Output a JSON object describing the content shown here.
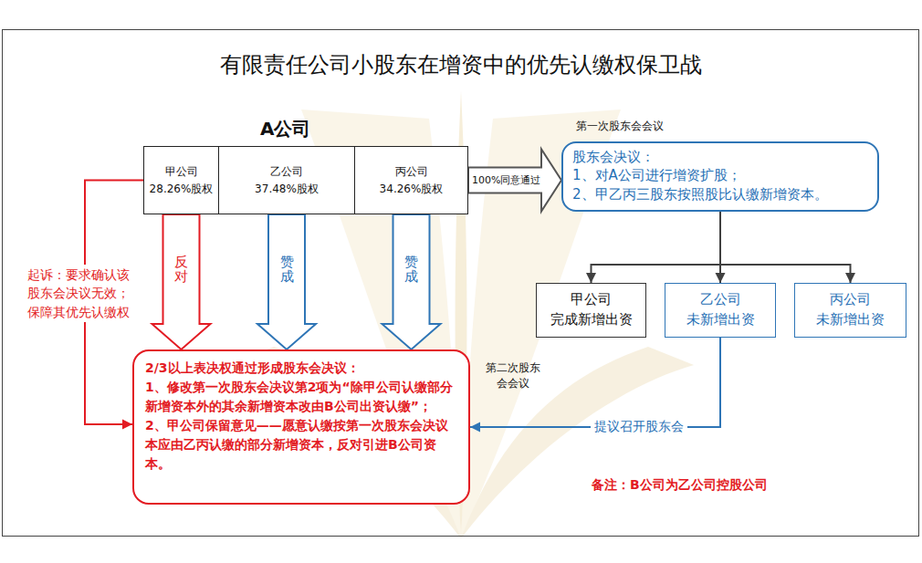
{
  "diagram": {
    "title": "有限责任公司小股东在增资中的优先认缴权保卫战",
    "nodes": [
      {
        "text": [
          "A公司"
        ]
      },
      {
        "text": [
          "甲公司",
          "28.26%股权"
        ],
        "in": 0
      },
      {
        "text": [
          "乙公司",
          "37.48%股权"
        ],
        "in": 0
      },
      {
        "text": [
          "丙公司",
          "34.26%股权"
        ],
        "in": 0
      },
      {
        "text": [
          "第一次股东会会议",
          "股东会决议：",
          "1、对A公司进行增资扩股；",
          "2、甲乙丙三股东按照股比认缴新增资本。"
        ]
      },
      {
        "text": [
          "甲公司",
          "完成新增出资"
        ]
      },
      {
        "text": [
          "乙公司",
          "未新增出资"
        ]
      },
      {
        "text": [
          "丙公司",
          "未新增出资"
        ]
      },
      {
        "text": [
          "第二次股东会会议",
          "2/3以上表决权通过形成股东会决议：",
          "1、修改第一次股东会决议第2项为“除甲公司认缴部分新增资本外的其余新增资本改由B公司出资认缴”；",
          "2、甲公司保留意见——愿意认缴按第一次股东会决议本应由乙丙认缴的部分新增资本，反对引进B公司资本。"
        ]
      }
    ],
    "edges": [
      {
        "from": 0,
        "to": 4,
        "label": "100%同意通过",
        "arrow": "to"
      },
      {
        "from": 4,
        "to": 5,
        "arrow": "to"
      },
      {
        "from": 4,
        "to": 6,
        "arrow": "to"
      },
      {
        "from": 4,
        "to": 7,
        "arrow": "to"
      },
      {
        "from": 1,
        "to": 8,
        "label": "反对",
        "arrow": "to"
      },
      {
        "from": 2,
        "to": 8,
        "label": "赞成",
        "arrow": "to"
      },
      {
        "from": 3,
        "to": 8,
        "label": "赞成",
        "arrow": "to"
      },
      {
        "from": 1,
        "to": 8,
        "label": "起诉：要求确认该 股东会决议无效； 保障其优先认缴权",
        "arrow": "to"
      },
      {
        "from": 6,
        "to": 8,
        "label": "提议召开股东会",
        "arrow": "to"
      }
    ],
    "labels": [
      "备注：B公司为乙公司控股公司"
    ]
  }
}
